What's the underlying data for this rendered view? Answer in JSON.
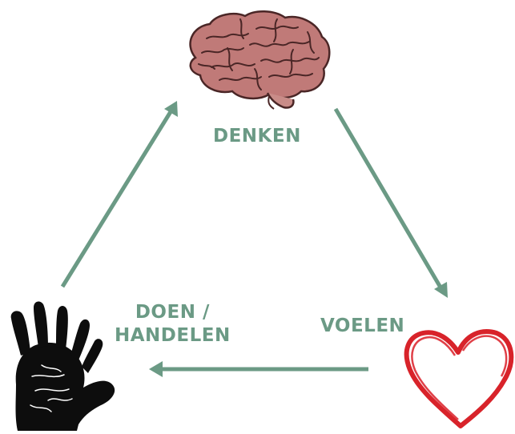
{
  "colors": {
    "accent": "#6b9a85",
    "brain": "#b86a6a",
    "heart": "#d8232a",
    "hand": "#0d0d0d"
  },
  "nodes": {
    "think": {
      "label": "DENKEN",
      "icon": "brain-icon"
    },
    "feel": {
      "label": "VOELEN",
      "icon": "heart-icon"
    },
    "act": {
      "line1": "DOEN /",
      "line2": "HANDELEN",
      "icon": "hand-icon"
    }
  },
  "edges": [
    {
      "from": "think",
      "to": "feel"
    },
    {
      "from": "feel",
      "to": "act"
    },
    {
      "from": "act",
      "to": "think"
    }
  ]
}
